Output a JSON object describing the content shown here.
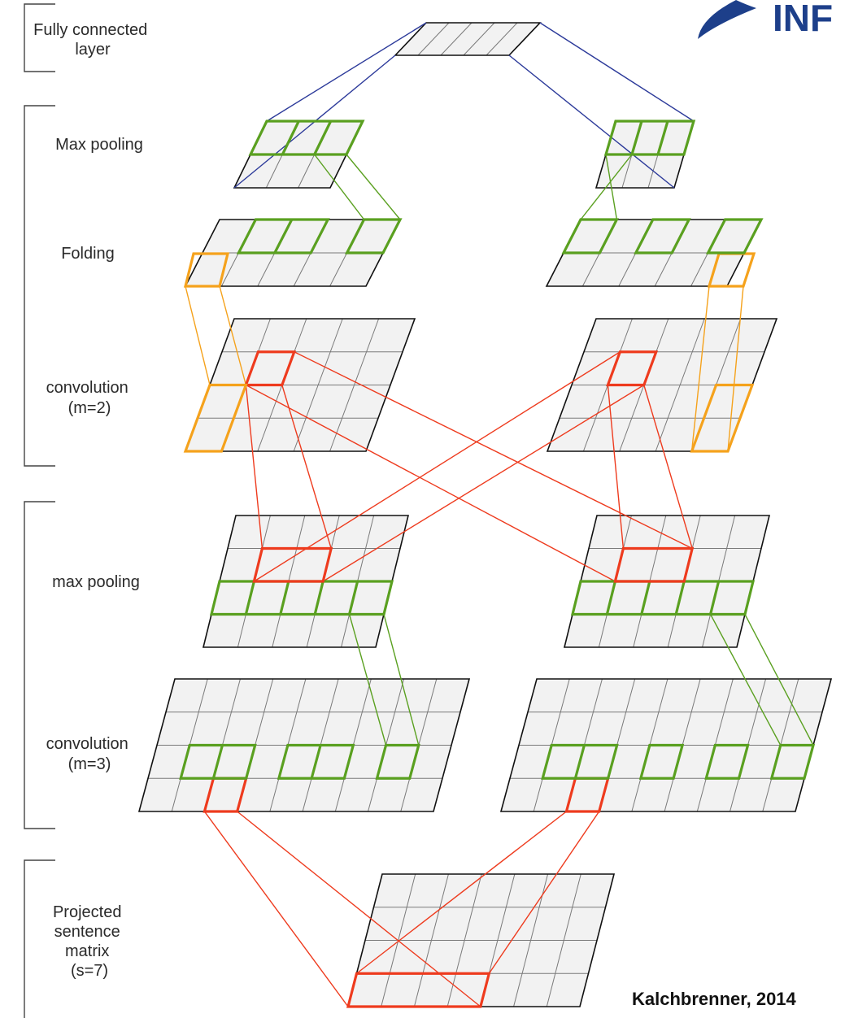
{
  "labels": {
    "fully_connected": [
      "Fully connected",
      "layer"
    ],
    "max_pooling_top": "Max pooling",
    "folding": "Folding",
    "convolution_m2": [
      "convolution",
      "(m=2)"
    ],
    "max_pooling_mid": "max pooling",
    "convolution_m3": [
      "convolution",
      "(m=3)"
    ],
    "projected": [
      "Projected",
      "sentence",
      "matrix",
      "(s=7)"
    ]
  },
  "credit": "Kalchbrenner, 2014",
  "logo_text": "INF",
  "colors": {
    "grid": "#7a7a7a",
    "grid_border": "#111111",
    "grid_fill": "#f2f2f2",
    "green": "#5aa020",
    "red": "#ee3b1e",
    "orange": "#f5a21c",
    "blue": "#2c3a9a",
    "logo": "#1d3f8a"
  }
}
